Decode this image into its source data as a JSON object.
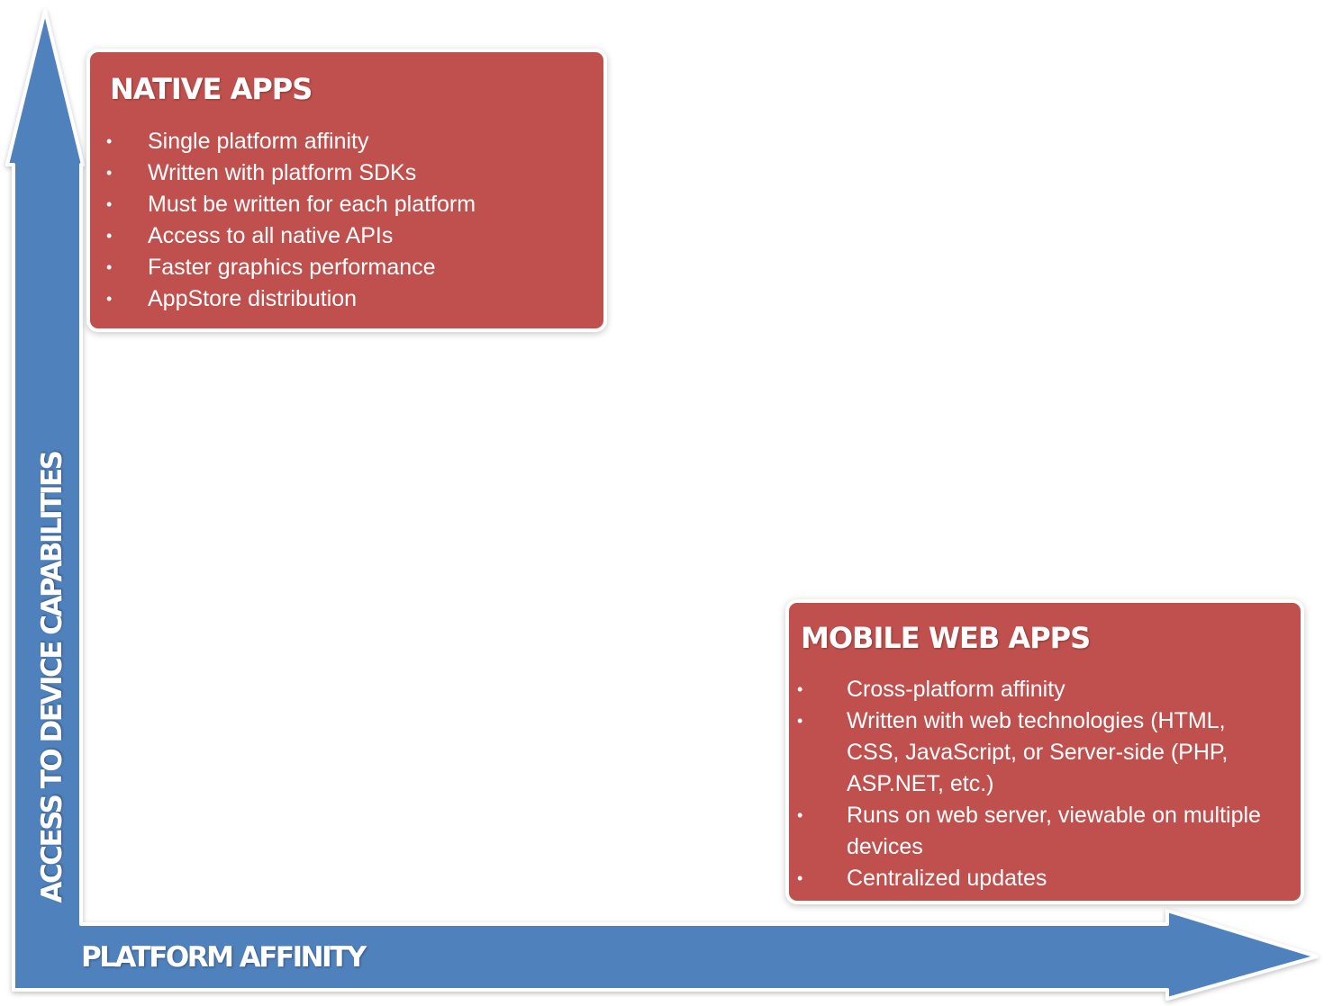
{
  "axes": {
    "y_label": "ACCESS TO DEVICE CAPABILITIES",
    "x_label": "PLATFORM AFFINITY",
    "color": "#4f81bd"
  },
  "boxes": {
    "native": {
      "title": "NATIVE APPS",
      "color": "#c0504d",
      "items": [
        "Single platform affinity",
        "Written with platform SDKs",
        "Must be written for each platform",
        "Access to all native APIs",
        "Faster graphics performance",
        "AppStore distribution"
      ]
    },
    "web": {
      "title": "MOBILE WEB APPS",
      "color": "#c0504d",
      "items": [
        "Cross-platform affinity",
        "Written with web technologies (HTML, CSS, JavaScript, or Server-side (PHP, ASP.NET, etc.)",
        "Runs on web server, viewable on multiple devices",
        "Centralized updates"
      ]
    }
  }
}
